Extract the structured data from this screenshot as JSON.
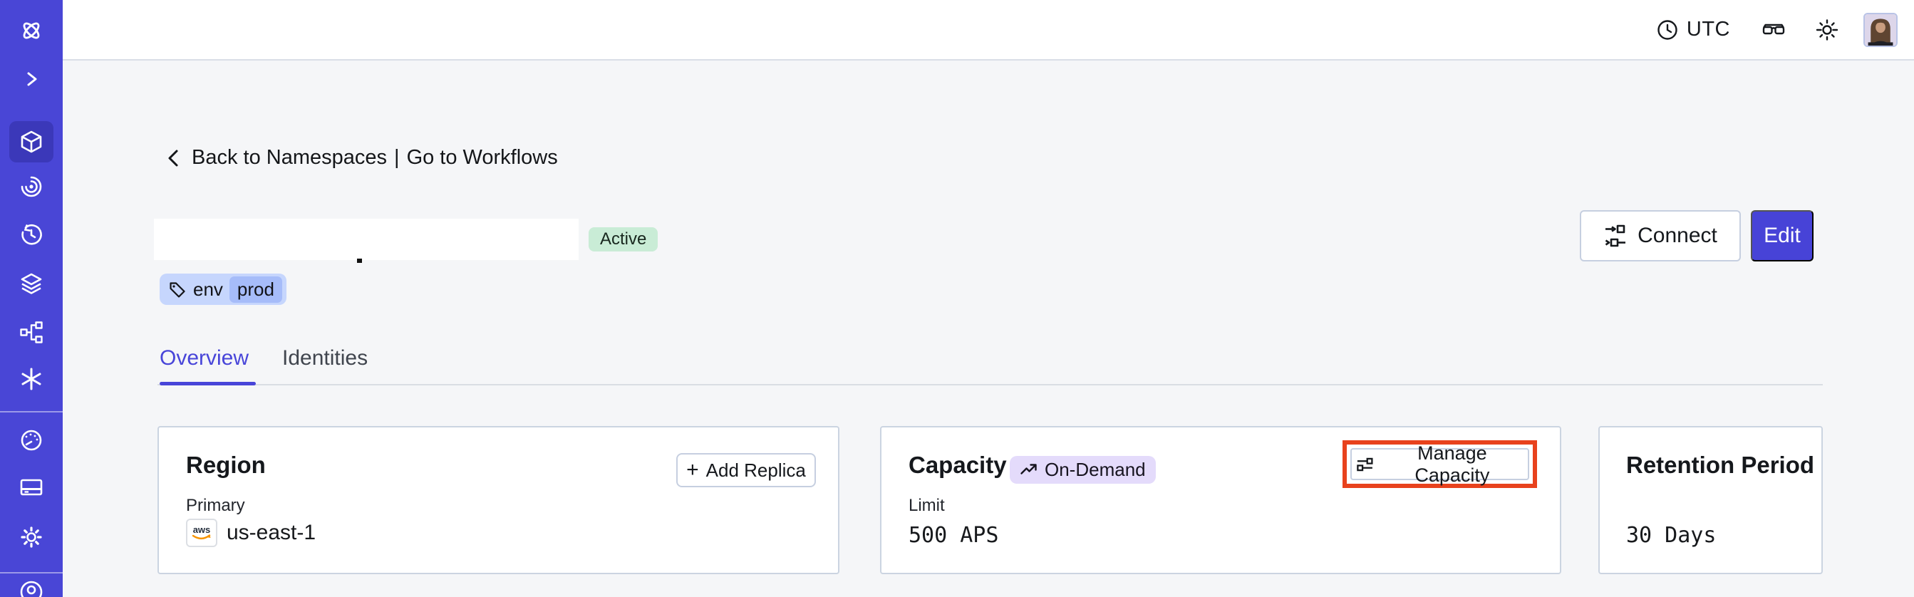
{
  "header": {
    "timezone": "UTC",
    "icons": [
      "clock-icon",
      "glasses-icon",
      "sun-icon",
      "avatar"
    ]
  },
  "sidebar": {
    "icons": [
      "temporal-logo",
      "expand-chevron",
      "namespaces-cube",
      "workflows-spiral",
      "schedules-clock",
      "layers",
      "batch-branch",
      "nexus-asterisk",
      "usage-gauge",
      "billing-card",
      "settings-gear",
      "account-circle"
    ],
    "active_item": "namespaces-cube"
  },
  "breadcrumb": {
    "back": "Back to Namespaces",
    "separator": "|",
    "forward": "Go to Workflows"
  },
  "namespace": {
    "status_badge": "Active",
    "tag_key": "env",
    "tag_value": "prod"
  },
  "actions": {
    "connect": "Connect",
    "edit": "Edit"
  },
  "tabs": [
    {
      "label": "Overview",
      "active": true
    },
    {
      "label": "Identities",
      "active": false
    }
  ],
  "cards": {
    "region": {
      "title": "Region",
      "plus": "+",
      "add_replica_label": "Add Replica",
      "field_label": "Primary",
      "provider": "aws",
      "value": "us-east-1"
    },
    "capacity": {
      "title": "Capacity",
      "badge": "On-Demand",
      "manage_label": "Manage Capacity",
      "field_label": "Limit",
      "value": "500 APS"
    },
    "retention": {
      "title": "Retention Period",
      "value": "30 Days"
    }
  },
  "colors": {
    "sidebar": "#4946d6",
    "accent": "#4845d9",
    "edit_button": "#4743d7",
    "active_badge_bg": "#c9ecd6",
    "tag_bg": "#c6d6fd",
    "tag_inner_bg": "#a6bcf9",
    "ondemand_bg": "#e4dbfb",
    "annotation_highlight": "#e8421d",
    "aws_orange": "#f79400"
  }
}
